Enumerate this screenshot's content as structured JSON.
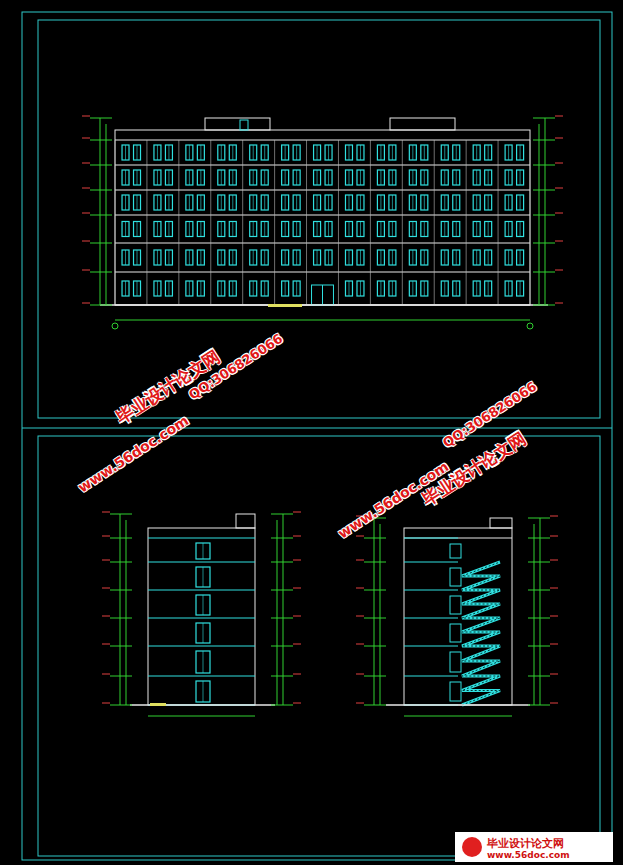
{
  "diagram": {
    "labels": [
      "毕业设计论文网",
      "www.56doc.com",
      "QQ:306826066",
      "QQ:306826066",
      "毕业设计论文网",
      "www.56doc.com",
      "毕业设计论文网",
      "www.56doc.com"
    ]
  }
}
